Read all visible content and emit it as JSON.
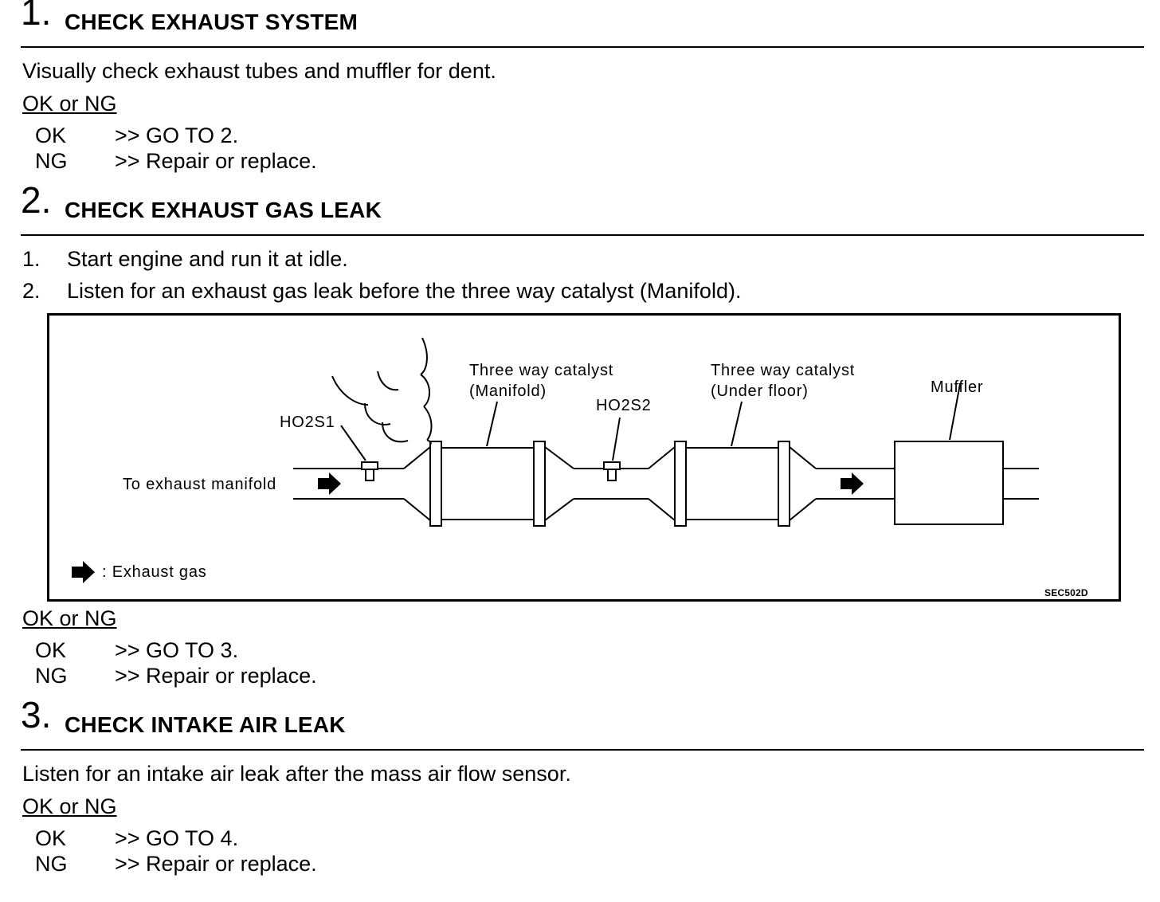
{
  "steps": [
    {
      "number": "1.",
      "title": "CHECK EXHAUST SYSTEM",
      "text": "Visually check exhaust tubes and muffler for dent.",
      "ok_label": "OK or NG",
      "results": [
        {
          "key": "OK",
          "value": ">> GO TO 2."
        },
        {
          "key": "NG",
          "value": ">> Repair or replace."
        }
      ]
    },
    {
      "number": "2.",
      "title": "CHECK EXHAUST GAS LEAK",
      "list": [
        {
          "n": "1.",
          "text": "Start engine and run it at idle."
        },
        {
          "n": "2.",
          "text": "Listen for an exhaust gas leak before the three way catalyst (Manifold)."
        }
      ],
      "ok_label": "OK or NG",
      "results": [
        {
          "key": "OK",
          "value": ">> GO TO 3."
        },
        {
          "key": "NG",
          "value": ">> Repair or replace."
        }
      ]
    },
    {
      "number": "3.",
      "title": "CHECK INTAKE AIR LEAK",
      "text": "Listen for an intake air leak after the mass air flow sensor.",
      "ok_label": "OK or NG",
      "results": [
        {
          "key": "OK",
          "value": ">> GO TO 4."
        },
        {
          "key": "NG",
          "value": ">> Repair or replace."
        }
      ]
    }
  ],
  "figure": {
    "labels": {
      "twc_manifold_1": "Three way catalyst",
      "twc_manifold_2": "(Manifold)",
      "twc_underfloor_1": "Three way catalyst",
      "twc_underfloor_2": "(Under floor)",
      "muffler": "Muffler",
      "ho2s1": "HO2S1",
      "ho2s2": "HO2S2",
      "to_manifold": "To exhaust manifold",
      "legend": ": Exhaust gas",
      "code": "SEC502D"
    }
  }
}
